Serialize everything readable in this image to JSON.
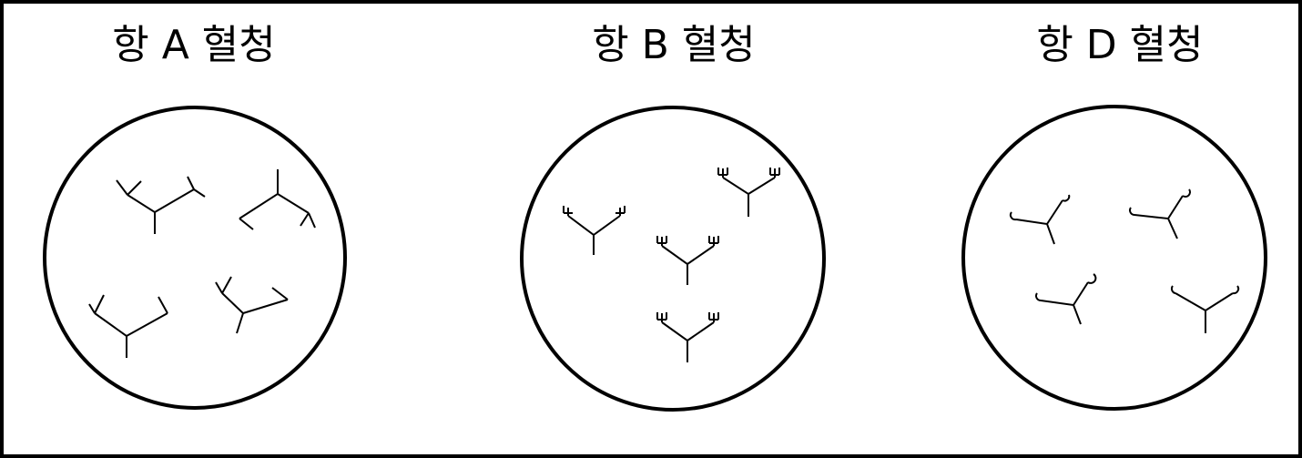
{
  "panels": [
    {
      "title": "항 A 혈청",
      "antibody_count": 4,
      "tip_shape": "branched"
    },
    {
      "title": "항 B 혈청",
      "antibody_count": 4,
      "tip_shape": "cup"
    },
    {
      "title": "항 D 혈청",
      "antibody_count": 4,
      "tip_shape": "hook"
    }
  ],
  "colors": {
    "stroke": "#000000",
    "background": "#ffffff"
  }
}
